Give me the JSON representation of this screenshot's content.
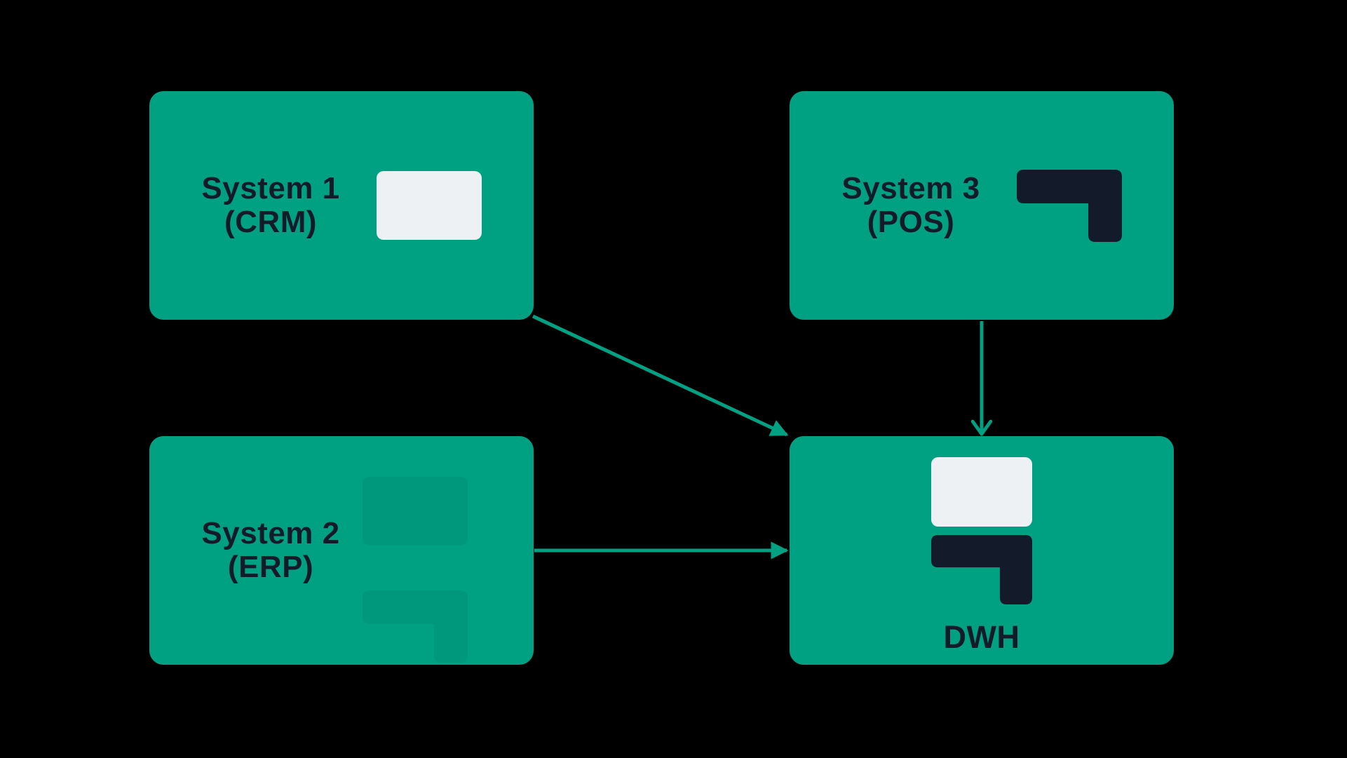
{
  "diagram": {
    "nodes": {
      "system1": {
        "title": "System 1",
        "subtitle": "(CRM)",
        "icon": "card-icon"
      },
      "system2": {
        "title": "System 2",
        "subtitle": "(ERP)",
        "icon": "ghost-card-and-corner-icons"
      },
      "system3": {
        "title": "System 3",
        "subtitle": "(POS)",
        "icon": "corner-bracket-icon"
      },
      "dwh": {
        "title": "DWH",
        "icons": [
          "card-icon",
          "corner-bracket-icon"
        ]
      }
    },
    "edges": [
      {
        "from": "System 1 (CRM)",
        "to": "DWH",
        "direction": "diagonal",
        "head": "filled-triangle"
      },
      {
        "from": "System 2 (ERP)",
        "to": "DWH",
        "direction": "horizontal",
        "head": "filled-triangle"
      },
      {
        "from": "System 3 (POS)",
        "to": "DWH",
        "direction": "vertical",
        "head": "open-chevron"
      }
    ]
  },
  "colors": {
    "background": "#000000",
    "node-green": "#00a183",
    "arrow-green": "#00a183",
    "text-dark": "#131b2a",
    "icon-dark": "#131b2a",
    "icon-light": "#eef1f3"
  }
}
